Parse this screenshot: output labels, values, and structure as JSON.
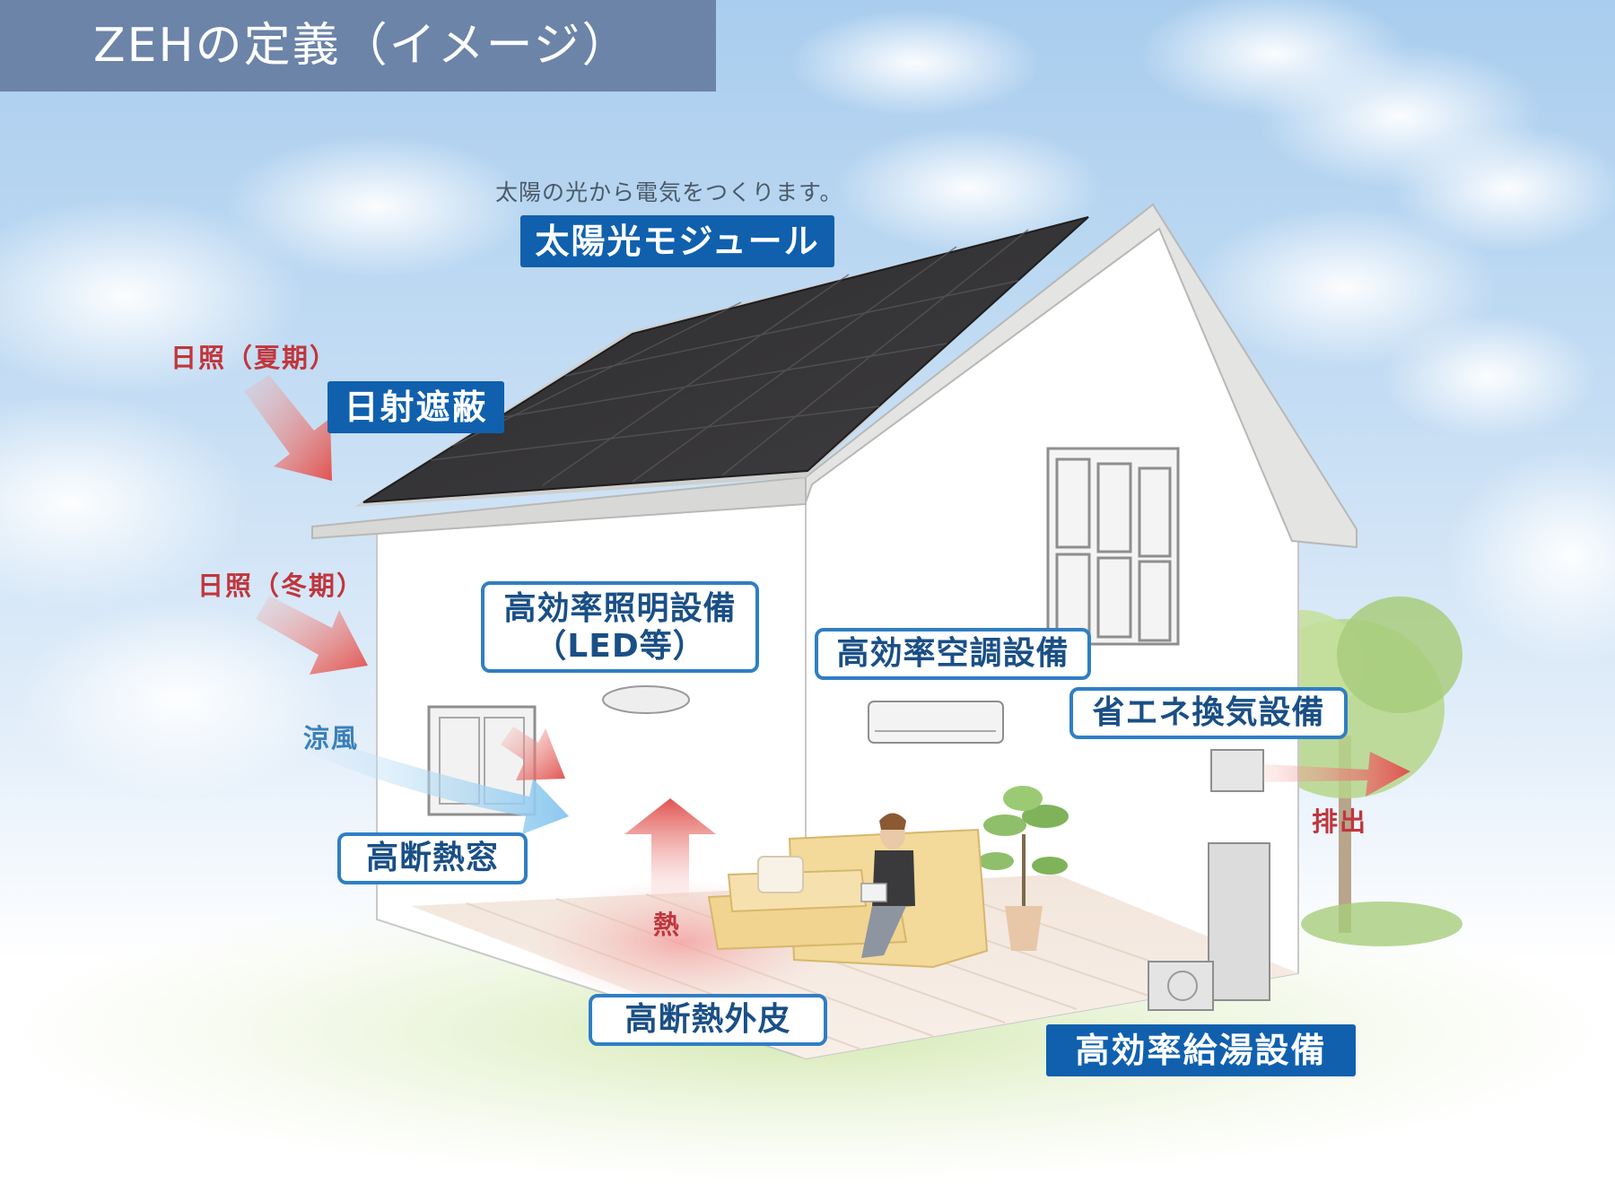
{
  "title": "ZEHの定義（イメージ）",
  "labels": {
    "solar_caption": "太陽の光から電気をつくります。",
    "solar_module": "太陽光モジュール",
    "sunlight_summer": "日照（夏期）",
    "sunlight_winter": "日照（冬期）",
    "shading": "日射遮蔽",
    "lighting_line1": "高効率照明設備",
    "lighting_line2": "（LED等）",
    "aircon": "高効率空調設備",
    "ventilation": "省エネ換気設備",
    "exhaust": "排出",
    "cool_breeze": "涼風",
    "window": "高断熱窓",
    "heat": "熱",
    "envelope": "高断熱外皮",
    "water_heater": "高効率給湯設備"
  },
  "colors": {
    "title_bar": "#6b84a8",
    "solid_label": "#1060ae",
    "outline_border": "#2f7fc4",
    "heat_red": "#e0524f",
    "breeze_blue": "#8cc8ef"
  }
}
